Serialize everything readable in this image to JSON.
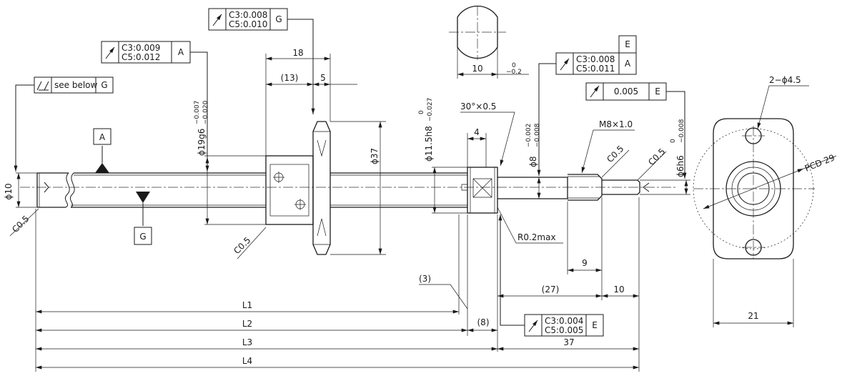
{
  "fcf": {
    "top_nut": {
      "c3": "C3:0.008",
      "c5": "C5:0.010",
      "datum": "G"
    },
    "left_shaft": {
      "c3": "C3:0.009",
      "c5": "C5:0.012",
      "datum": "A"
    },
    "total_runout": {
      "note": "see below",
      "datum": "G"
    },
    "journal": {
      "c3": "C3:0.008",
      "c5": "C5:0.011",
      "datum": "A"
    },
    "journal_datum_label": "E",
    "end_face": {
      "value": "0.005",
      "datum": "E"
    },
    "bottom_face": {
      "c3": "C3:0.004",
      "c5": "C5:0.005",
      "datum": "E"
    }
  },
  "datums": {
    "a": "A",
    "g": "G"
  },
  "dims": {
    "d10": "ϕ10",
    "c05_left": "C0.5",
    "c05_nut": "C0.5",
    "c05_thread": "C0.5",
    "c05_end": "C0.5",
    "d19g6": "ϕ19g6",
    "d19g6_upper": "−0.007",
    "d19g6_lower": "−0.020",
    "d18": "18",
    "d13": "(13)",
    "d5": "5",
    "d37": "ϕ37",
    "d115": "ϕ11.5h8",
    "d115_upper": "0",
    "d115_lower": "−0.027",
    "chamfer30": "30°×0.5",
    "d4": "4",
    "d8": "ϕ8",
    "d8_upper": "−0.002",
    "d8_lower": "−0.008",
    "m8": "M8×1.0",
    "d6h6": "ϕ6h6",
    "d6h6_upper": "0",
    "d6h6_lower": "−0.008",
    "r02": "R0.2max",
    "d9": "9",
    "d3": "(3)",
    "d27": "(27)",
    "d10b": "10",
    "d8p": "(8)",
    "d37b": "37",
    "l1": "L1",
    "l2": "L2",
    "l3": "L3",
    "l4": "L4",
    "flat10": "10",
    "flat_upper": "0",
    "flat_lower": "−0.2",
    "holes": "2−ϕ4.5",
    "pcd": "PCD 29",
    "w21": "21"
  }
}
